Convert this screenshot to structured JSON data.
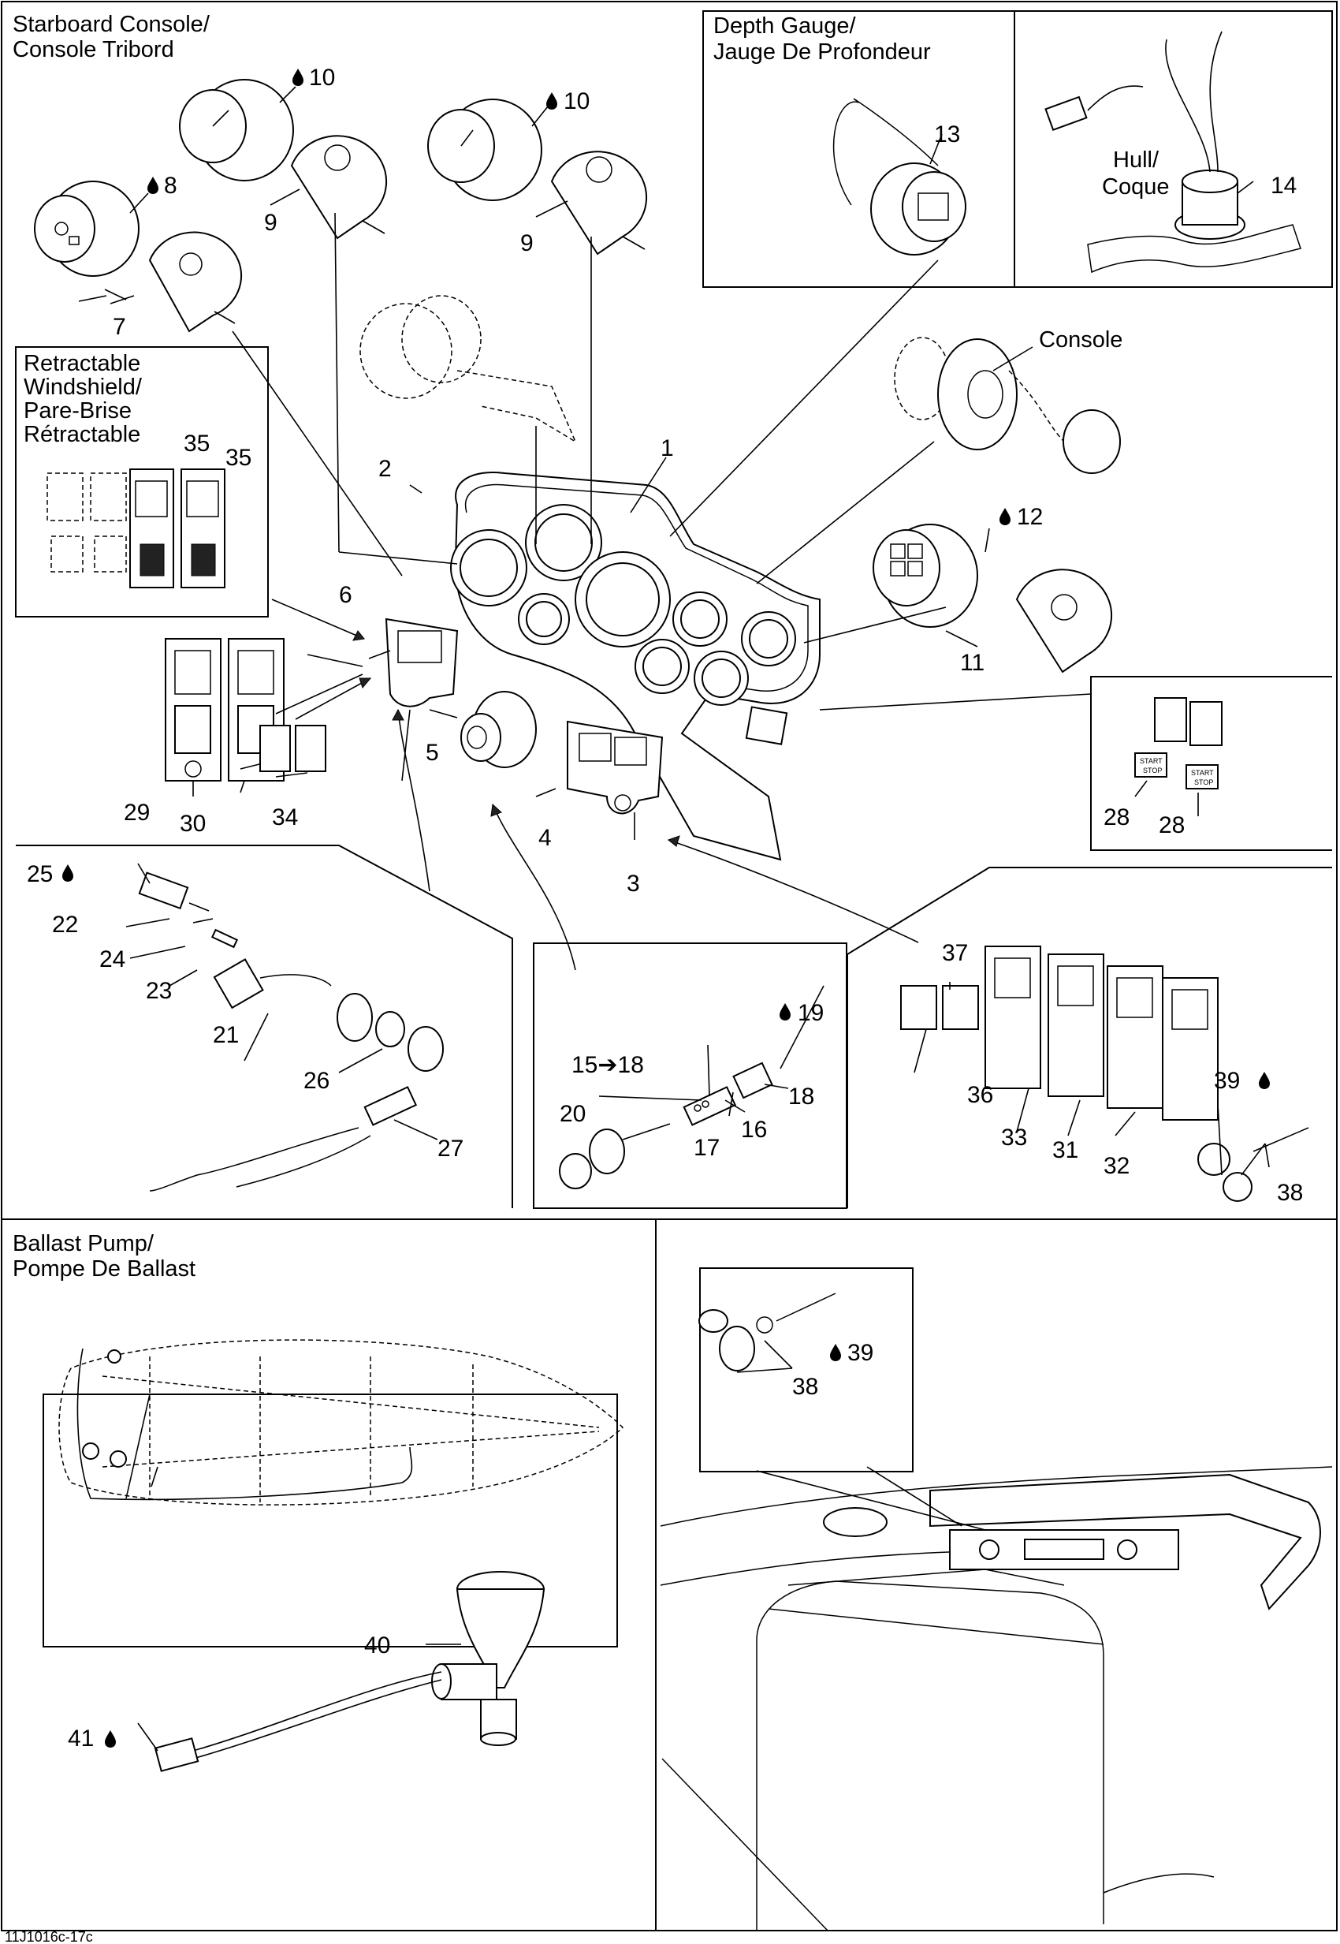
{
  "sections": {
    "starboard_console": {
      "title_en": "Starboard Console/",
      "title_fr": "Console Tribord"
    },
    "depth_gauge": {
      "title_en": "Depth Gauge/",
      "title_fr": "Jauge De Profondeur"
    },
    "hull": {
      "title_en": "Hull/",
      "title_fr": "Coque"
    },
    "console": {
      "title": "Console"
    },
    "retractable_windshield": {
      "line1": "Retractable",
      "line2": "Windshield/",
      "line3": "Pare-Brise",
      "line4": "Rétractable"
    },
    "ballast_pump": {
      "title_en": "Ballast Pump/",
      "title_fr": "Pompe De Ballast"
    }
  },
  "callouts": {
    "c1": "1",
    "c2": "2",
    "c3": "3",
    "c4": "4",
    "c5": "5",
    "c6": "6",
    "c7": "7",
    "c8": "8",
    "c9a": "9",
    "c9b": "9",
    "c10a": "10",
    "c10b": "10",
    "c11": "11",
    "c12": "12",
    "c13": "13",
    "c14": "14",
    "c15_18": "15➔18",
    "c16": "16",
    "c17": "17",
    "c18": "18",
    "c19": "19",
    "c20": "20",
    "c21": "21",
    "c22": "22",
    "c23": "23",
    "c24": "24",
    "c25": "25",
    "c26": "26",
    "c27": "27",
    "c28a": "28",
    "c28b": "28",
    "c29": "29",
    "c30": "30",
    "c31": "31",
    "c32": "32",
    "c33": "33",
    "c34": "34",
    "c35a": "35",
    "c35b": "35",
    "c36": "36",
    "c37": "37",
    "c38a": "38",
    "c38b": "38",
    "c39a": "39",
    "c39b": "39",
    "c40": "40",
    "c41": "41"
  },
  "switch_text": {
    "start_stop_a": "START",
    "start_stop_b": "STOP",
    "start_stop_c": "START",
    "start_stop_d": "STOP"
  },
  "icons": {
    "fluid_symbol": "fluid-drop-icon"
  },
  "footer": {
    "code": "11J1016c-17c"
  }
}
